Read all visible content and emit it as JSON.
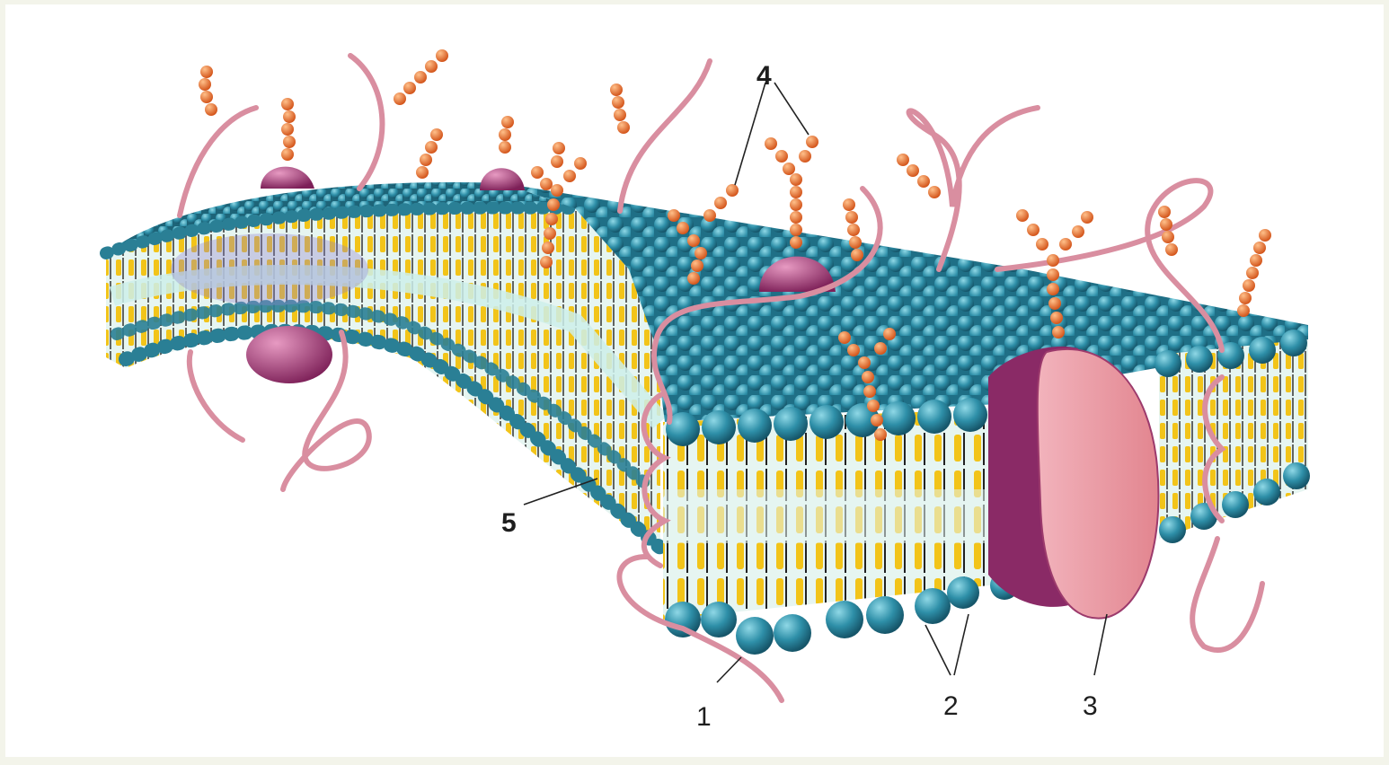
{
  "diagram": {
    "labels": {
      "l1": "1",
      "l2": "2",
      "l3": "3",
      "l4": "4",
      "l5": "5"
    },
    "colors": {
      "head": "#2e8fa8",
      "head_light": "#7fd0e0",
      "tail": "#f2c419",
      "core": "#dcf1ee",
      "protein": "#e89aa6",
      "protein_dark": "#8a2a66",
      "peripheral": "#b04c86",
      "sugar": "#e0682a",
      "chain": "#d98ea0"
    }
  }
}
